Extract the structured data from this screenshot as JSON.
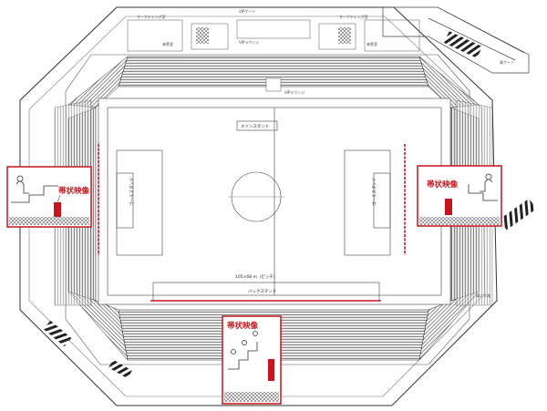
{
  "field": {
    "main_stand": "メインスタンド",
    "back_stand": "バックスタンド",
    "goal_left": "ゴールスタンド",
    "goal_right": "ゴールスタンド",
    "dims": "105×68 m（ピッチ）"
  },
  "top": {
    "vip_room": "VIPラウンジ",
    "vip_bar": "VIPラウンジ",
    "area_top_left": "マーケティング室",
    "area_top_right": "マーケティング室",
    "entrance_top": "VIPゲート",
    "gate_top_left": "来賓室",
    "gate_top_right": "来賓室"
  },
  "right_side": {
    "label": "車いす席",
    "right_area": "東ゲート"
  },
  "callouts": {
    "left": "帯状映像",
    "right": "帯状映像",
    "bottom": "帯状映像"
  },
  "colors": {
    "accent": "#c4161c",
    "line": "#333333"
  }
}
